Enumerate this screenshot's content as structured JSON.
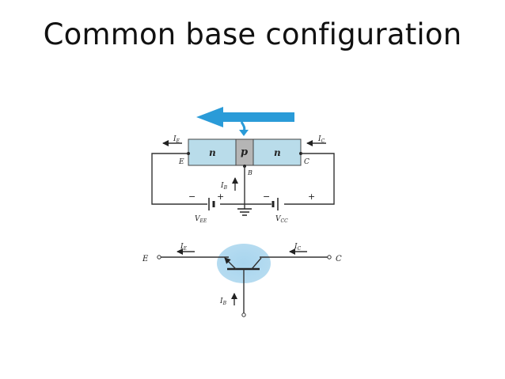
{
  "title": "Common base configuration",
  "colors": {
    "n_region": "#b9dcea",
    "p_region": "#b5b5b5",
    "flow_arrow": "#2a9bd8",
    "transistor_glow": "#a8d5ee"
  },
  "diagram": {
    "pnp": {
      "region_left": "n",
      "region_mid": "p",
      "region_right": "n",
      "ie_label": "I",
      "ie_sub": "E",
      "ic_label": "I",
      "ic_sub": "C",
      "ib_label": "I",
      "ib_sub": "B",
      "e_terminal": "E",
      "c_terminal": "C",
      "b_terminal": "B",
      "vee_label": "V",
      "vee_sub": "EE",
      "vcc_label": "V",
      "vcc_sub": "CC",
      "minus": "−",
      "plus": "+"
    },
    "symbol": {
      "ie_label": "I",
      "ie_sub": "E",
      "ic_label": "I",
      "ic_sub": "C",
      "ib_label": "I",
      "ib_sub": "B",
      "e_terminal": "E",
      "c_terminal": "C"
    }
  }
}
